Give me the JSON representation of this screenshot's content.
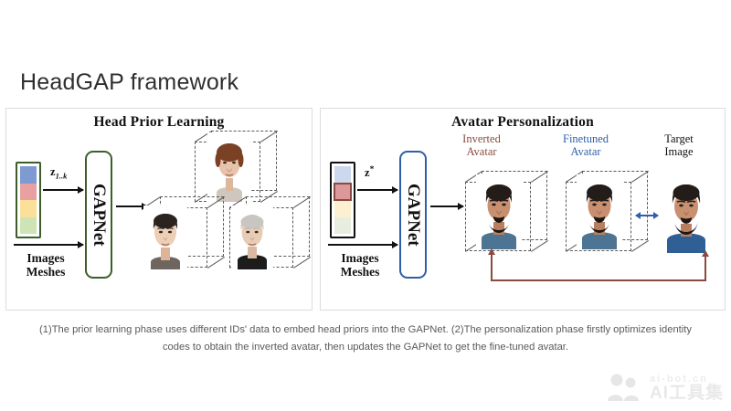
{
  "page": {
    "title": "HeadGAP framework",
    "background_color": "#ffffff"
  },
  "colors": {
    "prior_accent": "#3d5e2a",
    "personalization_accent": "#2f5fa8",
    "inverted_accent": "#8a4a40",
    "target_accent": "#111111",
    "caption_text": "#5a5a5a",
    "dashed_cube": "#5a5a5a"
  },
  "panels": [
    {
      "id": "head-prior-learning",
      "title": "Head Prior Learning",
      "accent": "#3d5e2a",
      "latent_code": {
        "label": "z",
        "subscript": "1..k",
        "border_color": "#3d5e2a",
        "segments": [
          {
            "name": "segment-1",
            "color": "#7d9bd0"
          },
          {
            "name": "segment-2",
            "color": "#e8a0a0"
          },
          {
            "name": "segment-3",
            "color": "#fbe09a"
          },
          {
            "name": "segment-4",
            "color": "#cfe4b5"
          }
        ]
      },
      "network": {
        "label": "GAPNet",
        "border_color": "#3d5e2a"
      },
      "input_label_line1": "Images",
      "input_label_line2": "Meshes",
      "outputs": [
        {
          "name": "subject-woman-brown-hair",
          "hair": "#7a4125",
          "skin": "#e7c3ab",
          "shirt": "#cfc7bd"
        },
        {
          "name": "subject-asian-man",
          "hair": "#2a2320",
          "skin": "#eccfb6",
          "shirt": "#6e665e"
        },
        {
          "name": "subject-gray-hair",
          "hair": "#c9c6c2",
          "skin": "#e8cdb6",
          "shirt": "#1c1c1c"
        }
      ]
    },
    {
      "id": "avatar-personalization",
      "title": "Avatar Personalization",
      "accent": "#2f5fa8",
      "latent_code": {
        "label": "z",
        "superscript": "*",
        "border_color": "#111111",
        "selected_index": 1,
        "selected_outline": "#8a4a40",
        "segments": [
          {
            "name": "segment-1",
            "color": "#ccd8ee"
          },
          {
            "name": "segment-2",
            "color": "#dd9999"
          },
          {
            "name": "segment-3",
            "color": "#fdf0d2"
          },
          {
            "name": "segment-4",
            "color": "#e7eee0"
          }
        ]
      },
      "network": {
        "label": "GAPNet",
        "border_color": "#2f5fa8"
      },
      "input_label_line1": "Images",
      "input_label_line2": "Meshes",
      "columns": [
        {
          "name": "inverted-avatar",
          "line1": "Inverted",
          "line2": "Avatar",
          "color": "#8a4a40",
          "boxed": true
        },
        {
          "name": "finetuned-avatar",
          "line1": "Finetuned",
          "line2": "Avatar",
          "color": "#2f5fa8",
          "boxed": true
        },
        {
          "name": "target-image",
          "line1": "Target",
          "line2": "Image",
          "color": "#111111",
          "boxed": false
        }
      ],
      "avatar_subject": {
        "name": "bearded-man",
        "hair": "#241c18",
        "skin": "#c89070",
        "beard": "#1d1713",
        "shirt": "#4d7493",
        "shirt_target": "#2f5f95"
      },
      "feedback_arrow_color": "#8a4a40",
      "comparison_arrow_color": "#2f5fa8"
    }
  ],
  "caption": "(1)The prior learning phase uses different IDs' data to embed head priors into the GAPNet. (2)The personalization phase firstly optimizes identity codes to obtain the inverted avatar, then updates the GAPNet to get the fine-tuned avatar.",
  "watermark": {
    "top": "ai-bot.cn",
    "bottom": "AI工具集"
  }
}
